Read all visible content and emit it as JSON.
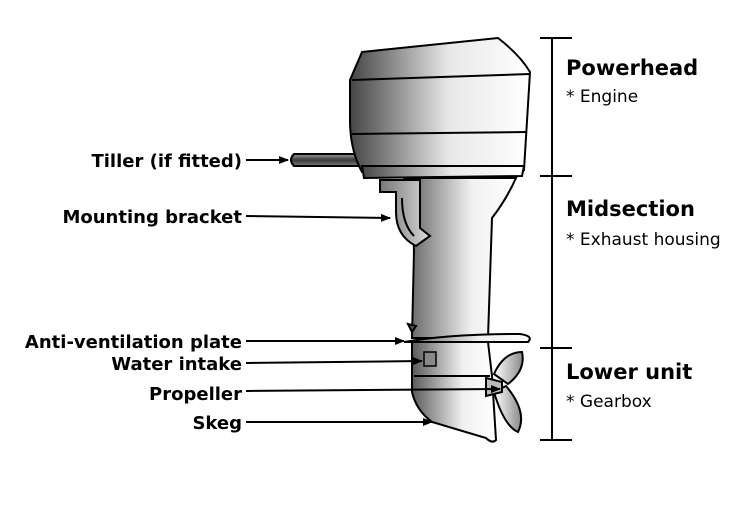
{
  "labels": {
    "tiller": "Tiller (if fitted)",
    "mounting_bracket": "Mounting bracket",
    "anti_ventilation_plate": "Anti-ventilation plate",
    "water_intake": "Water intake",
    "propeller": "Propeller",
    "skeg": "Skeg"
  },
  "sections": {
    "powerhead": {
      "title": "Powerhead",
      "note": "* Engine"
    },
    "midsection": {
      "title": "Midsection",
      "note": "* Exhaust housing"
    },
    "lower_unit": {
      "title": "Lower unit",
      "note": "* Gearbox"
    }
  },
  "colors": {
    "ink": "#000000",
    "shade_dark": "#4a4a4a",
    "shade_light": "#ffffff"
  }
}
